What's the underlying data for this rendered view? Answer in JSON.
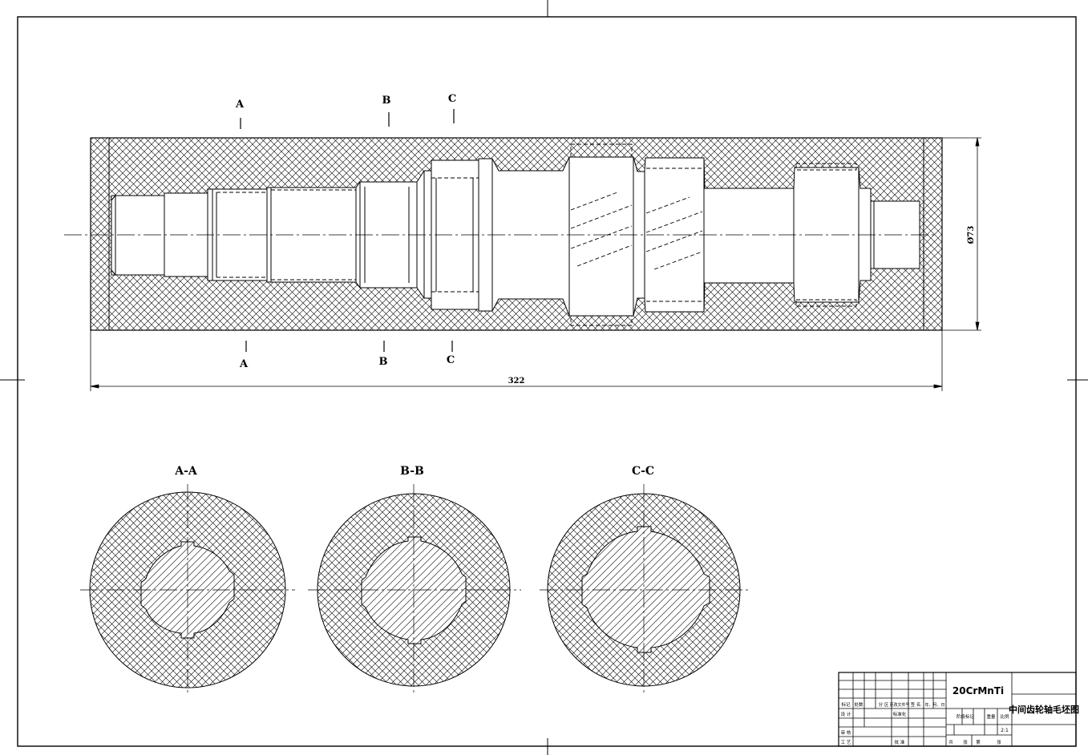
{
  "section_marks": {
    "a_top": "A",
    "a_bottom": "A",
    "b_top": "B",
    "b_bottom": "B",
    "c_top": "C",
    "c_bottom": "C"
  },
  "dimensions": {
    "length": "322",
    "diameter": "Ø73"
  },
  "section_views": {
    "aa": "A-A",
    "bb": "B-B",
    "cc": "C-C"
  },
  "title_block": {
    "material": "20CrMnTi",
    "drawing_title": "中间齿轮轴毛坯图",
    "scale": "2:1",
    "h_mark": "标记",
    "h_count": "处数",
    "h_zone": "分 区",
    "h_doc": "更改文件号",
    "h_sign": "签 名",
    "h_date": "年、月、日",
    "design": "设 计",
    "standard": "标准化",
    "stage_mark": "阶段标记",
    "weight": "重量",
    "ratio": "比例",
    "review": "审 核",
    "process": "工 艺",
    "approve": "批 准",
    "total": "共",
    "sheet": "张",
    "nth": "第",
    "sheet2": "张"
  },
  "colors": {
    "ink": "#000000",
    "paper": "#ffffff"
  }
}
